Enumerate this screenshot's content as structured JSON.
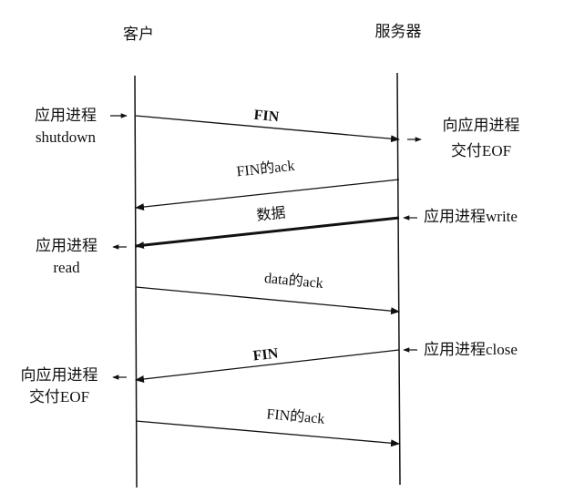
{
  "headers": {
    "client": "客户",
    "server": "服务器"
  },
  "client_labels": [
    {
      "lines": [
        "应用进程",
        "shutdown"
      ],
      "arrow": "→"
    },
    {
      "lines": [
        "应用进程",
        "read"
      ],
      "arrow": "←"
    },
    {
      "lines": [
        "向应用进程",
        "交付EOF"
      ],
      "arrow": "←"
    }
  ],
  "server_labels": [
    {
      "lines": [
        "向应用进程",
        "交付EOF"
      ],
      "arrow": "→"
    },
    {
      "lines": [
        "应用进程write"
      ],
      "arrow": "←"
    },
    {
      "lines": [
        "应用进程close"
      ],
      "arrow": "←"
    }
  ],
  "messages": [
    {
      "label": "FIN",
      "bold": true,
      "direction": "client-to-server"
    },
    {
      "label": "FIN的ack",
      "bold": false,
      "direction": "server-to-client"
    },
    {
      "label": "数据",
      "bold": false,
      "direction": "server-to-client",
      "thick": true
    },
    {
      "label": "data的ack",
      "bold": false,
      "direction": "client-to-server"
    },
    {
      "label": "FIN",
      "bold": true,
      "direction": "server-to-client"
    },
    {
      "label": "FIN的ack",
      "bold": false,
      "direction": "client-to-server"
    }
  ]
}
